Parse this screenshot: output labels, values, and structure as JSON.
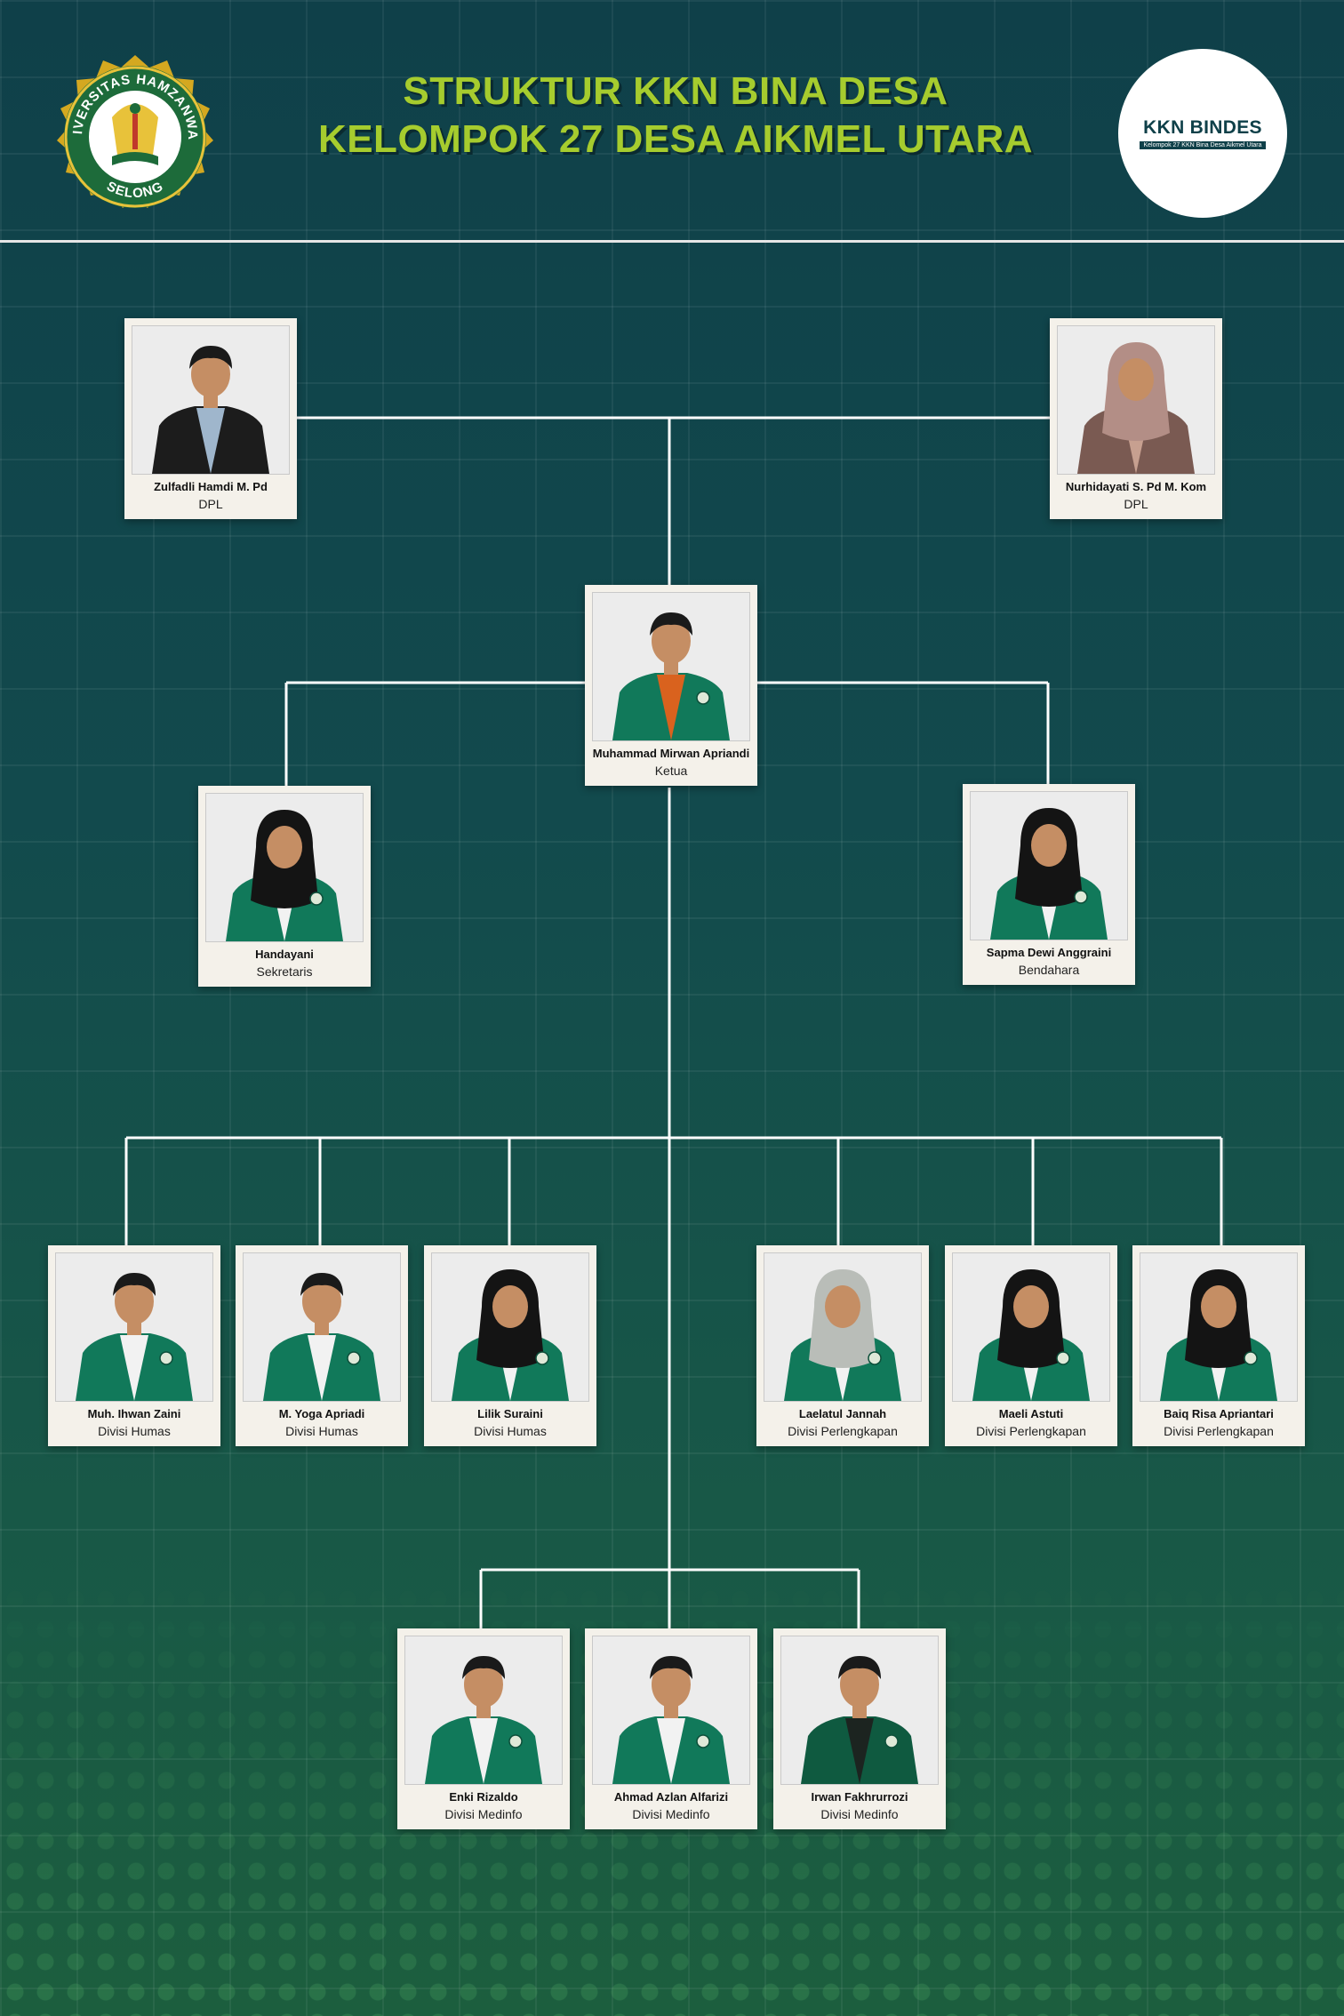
{
  "header": {
    "title_line1": "STRUKTUR KKN BINA DESA",
    "title_line2": "KELOMPOK 27 DESA AIKMEL UTARA",
    "logo_left_text_top": "UNIVERSITAS HAMZANWADI",
    "logo_left_text_bottom": "SELONG",
    "logo_right_brand": "KKN BINDES",
    "logo_right_tagline": "Kelompok 27 KKN Bina Desa Aikmel Utara"
  },
  "colors": {
    "title": "#a6cc2e",
    "background_top": "#0f4049",
    "background_bottom": "#1c5e3e",
    "jacket": "#11795a",
    "card": "#f4f1ea"
  },
  "members": [
    {
      "id": "dpl1",
      "name": "Zulfadli Hamdi M. Pd",
      "role": "DPL",
      "outfit": "black-jacket",
      "hijab": false
    },
    {
      "id": "dpl2",
      "name": "Nurhidayati S. Pd M. Kom",
      "role": "DPL",
      "outfit": "batik",
      "hijab": true
    },
    {
      "id": "ketua",
      "name": "Muhammad Mirwan Apriandi",
      "role": "Ketua",
      "outfit": "green-orange",
      "hijab": false
    },
    {
      "id": "sekretaris",
      "name": "Handayani",
      "role": "Sekretaris",
      "outfit": "green",
      "hijab": true
    },
    {
      "id": "bendahara",
      "name": "Sapma Dewi Anggraini",
      "role": "Bendahara",
      "outfit": "green",
      "hijab": true
    },
    {
      "id": "humas1",
      "name": "Muh. Ihwan Zaini",
      "role": "Divisi Humas",
      "outfit": "green",
      "hijab": false
    },
    {
      "id": "humas2",
      "name": "M. Yoga Apriadi",
      "role": "Divisi Humas",
      "outfit": "green",
      "hijab": false
    },
    {
      "id": "humas3",
      "name": "Lilik Suraini",
      "role": "Divisi Humas",
      "outfit": "green",
      "hijab": true
    },
    {
      "id": "perl1",
      "name": "Laelatul Jannah",
      "role": "Divisi Perlengkapan",
      "outfit": "green",
      "hijab": true,
      "hijab_color": "#b9bdb8"
    },
    {
      "id": "perl2",
      "name": "Maeli Astuti",
      "role": "Divisi Perlengkapan",
      "outfit": "green",
      "hijab": true
    },
    {
      "id": "perl3",
      "name": "Baiq Risa Apriantari",
      "role": "Divisi Perlengkapan",
      "outfit": "green",
      "hijab": true
    },
    {
      "id": "med1",
      "name": "Enki Rizaldo",
      "role": "Divisi Medinfo",
      "outfit": "green",
      "hijab": false
    },
    {
      "id": "med2",
      "name": "Ahmad Azlan Alfarizi",
      "role": "Divisi Medinfo",
      "outfit": "green",
      "hijab": false
    },
    {
      "id": "med3",
      "name": "Irwan Fakhrurrozi",
      "role": "Divisi Medinfo",
      "outfit": "green-dark",
      "hijab": false
    }
  ]
}
